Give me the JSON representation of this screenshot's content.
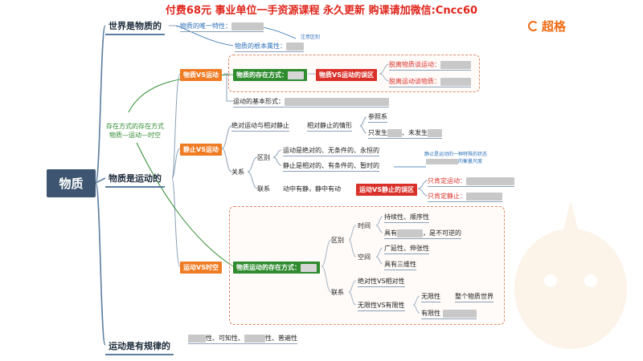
{
  "banner": "付费68元 事业单位一手资源课程 永久更新 购课请加微信:Cncc60",
  "logo": {
    "text": "超格"
  },
  "root": "物质",
  "branch1": {
    "title": "世界是物质的",
    "sub": "物质的唯一特性：",
    "note": "注意区别",
    "attr": "物质的根本属性："
  },
  "branch2": {
    "title": "物质是运动的",
    "side_note_1": "存在方式的存在方式",
    "side_note_2": "物质—运动—时空",
    "sec1": {
      "tag": "物质VS运动",
      "exist": "物质的存在方式：",
      "mistake_tag": "物质VS运动的误区",
      "mistake1": "脱离物质谈运动：",
      "mistake2": "脱离运动谈物质：",
      "basic_form": "运动的基本形式："
    },
    "sec2": {
      "tag": "静止VS运动",
      "abs_rel": "绝对运动与相对静止",
      "rel_static": "相对静止的情形",
      "ref": "参照系",
      "only_occur": "只发生",
      "not_occur": "、未发生",
      "relation": "关系",
      "diff": "区别",
      "motion_abs": "运动是绝对的、无条件的、永恒的",
      "static_rel": "静止是相对的、有条件的、暂时的",
      "static_note_1": "静止是运动的一种特殊的状态",
      "static_note_2": "的衡量尺度",
      "link": "联系",
      "link_text": "动中有静，静中有动",
      "mistake_tag": "运动VS静止的误区",
      "only_motion": "只肯定运动：",
      "only_static": "只肯定静止："
    },
    "sec3": {
      "tag": "运动VS时空",
      "exist": "物质运动的存在方式：",
      "diff": "区别",
      "time": "时间",
      "time_1": "持续性、顺序性",
      "time_2a": "具有",
      "time_2b": "，是不可逆的",
      "space": "空间",
      "space_1": "广延性、伸张性",
      "space_2": "具有三维性",
      "link": "联系",
      "abs_rel": "绝对性VS相对性",
      "inf_fin": "无限性VS有限性",
      "infinite": "无限性",
      "whole_world": "整个物质世界",
      "finite": "有限性"
    }
  },
  "branch3": {
    "title": "运动是有规律的",
    "t1": "性、可知性、",
    "t2": "性、普遍性"
  },
  "colors": {
    "banner": "#e0251b",
    "root": "#3d5570",
    "orange": "#ef7b23",
    "green": "#2e8b2e",
    "red": "#d9312a",
    "blue": "#2a6fb8",
    "line": "#5b7fa0"
  }
}
